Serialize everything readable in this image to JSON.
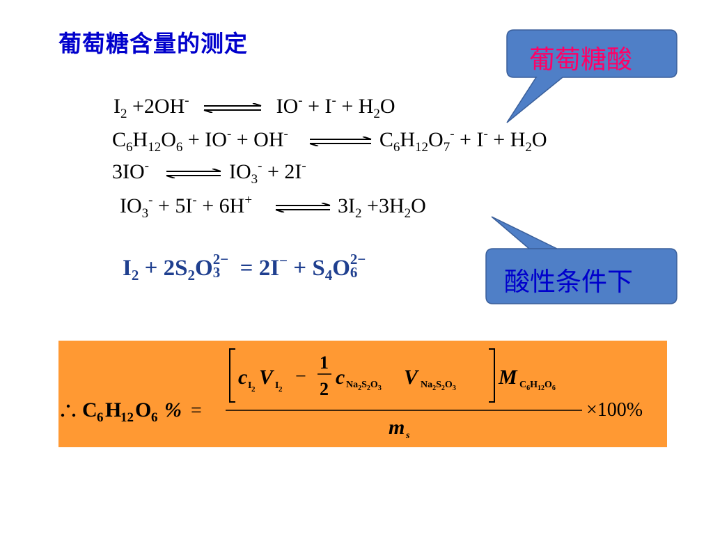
{
  "slide": {
    "title": "葡萄糖含量的测定",
    "callouts": {
      "top": {
        "text": "葡萄糖酸",
        "text_color": "#ff0066",
        "fill": "#4f7fc7"
      },
      "bottom": {
        "text": "酸性条件下",
        "text_color": "#0000cc",
        "fill": "#4f7fc7"
      }
    },
    "equations": {
      "eq1_left": "I₂ +2OH⁻",
      "eq1_right": "IO⁻ + I⁻ + H₂O",
      "eq2_left": "C₆H₁₂O₆ + IO⁻ + OH⁻",
      "eq2_right": "C₆H₁₂O₇⁻ + I⁻ + H₂O",
      "eq3_left": "3IO⁻",
      "eq3_right": "IO₃⁻ + 2I⁻",
      "eq4_left": "IO₃⁻ + 5I⁻ + 6H⁺",
      "eq4_right": "3I₂ +3H₂O",
      "titration": "I₂ + 2S₂O₃²⁻ = 2I⁻ + S₄O₆²⁻"
    },
    "formula": {
      "text": "∴ C₆H₁₂O₆ % = [c(I₂)V(I₂) − (1/2)c(Na₂S₂O₃)V(Na₂S₂O₃)] M(C₆H₁₂O₆) / mₛ × 100%",
      "box_color": "#ff9933"
    }
  }
}
